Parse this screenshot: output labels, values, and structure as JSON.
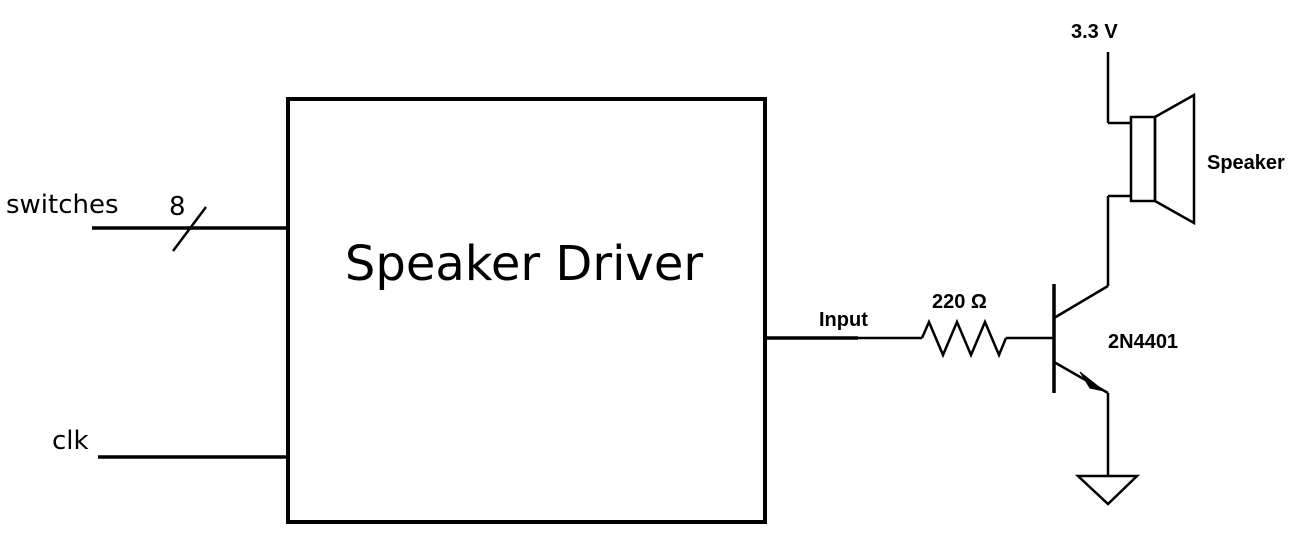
{
  "block": {
    "title": "Speaker Driver"
  },
  "inputs": {
    "switches": {
      "label": "switches",
      "bus_width": "8"
    },
    "clk": {
      "label": "clk"
    }
  },
  "output": {
    "label": "Input"
  },
  "resistor": {
    "label": "220 Ω"
  },
  "transistor": {
    "label": "2N4401"
  },
  "supply": {
    "label": "3.3 V"
  },
  "speaker": {
    "label": "Speaker"
  }
}
